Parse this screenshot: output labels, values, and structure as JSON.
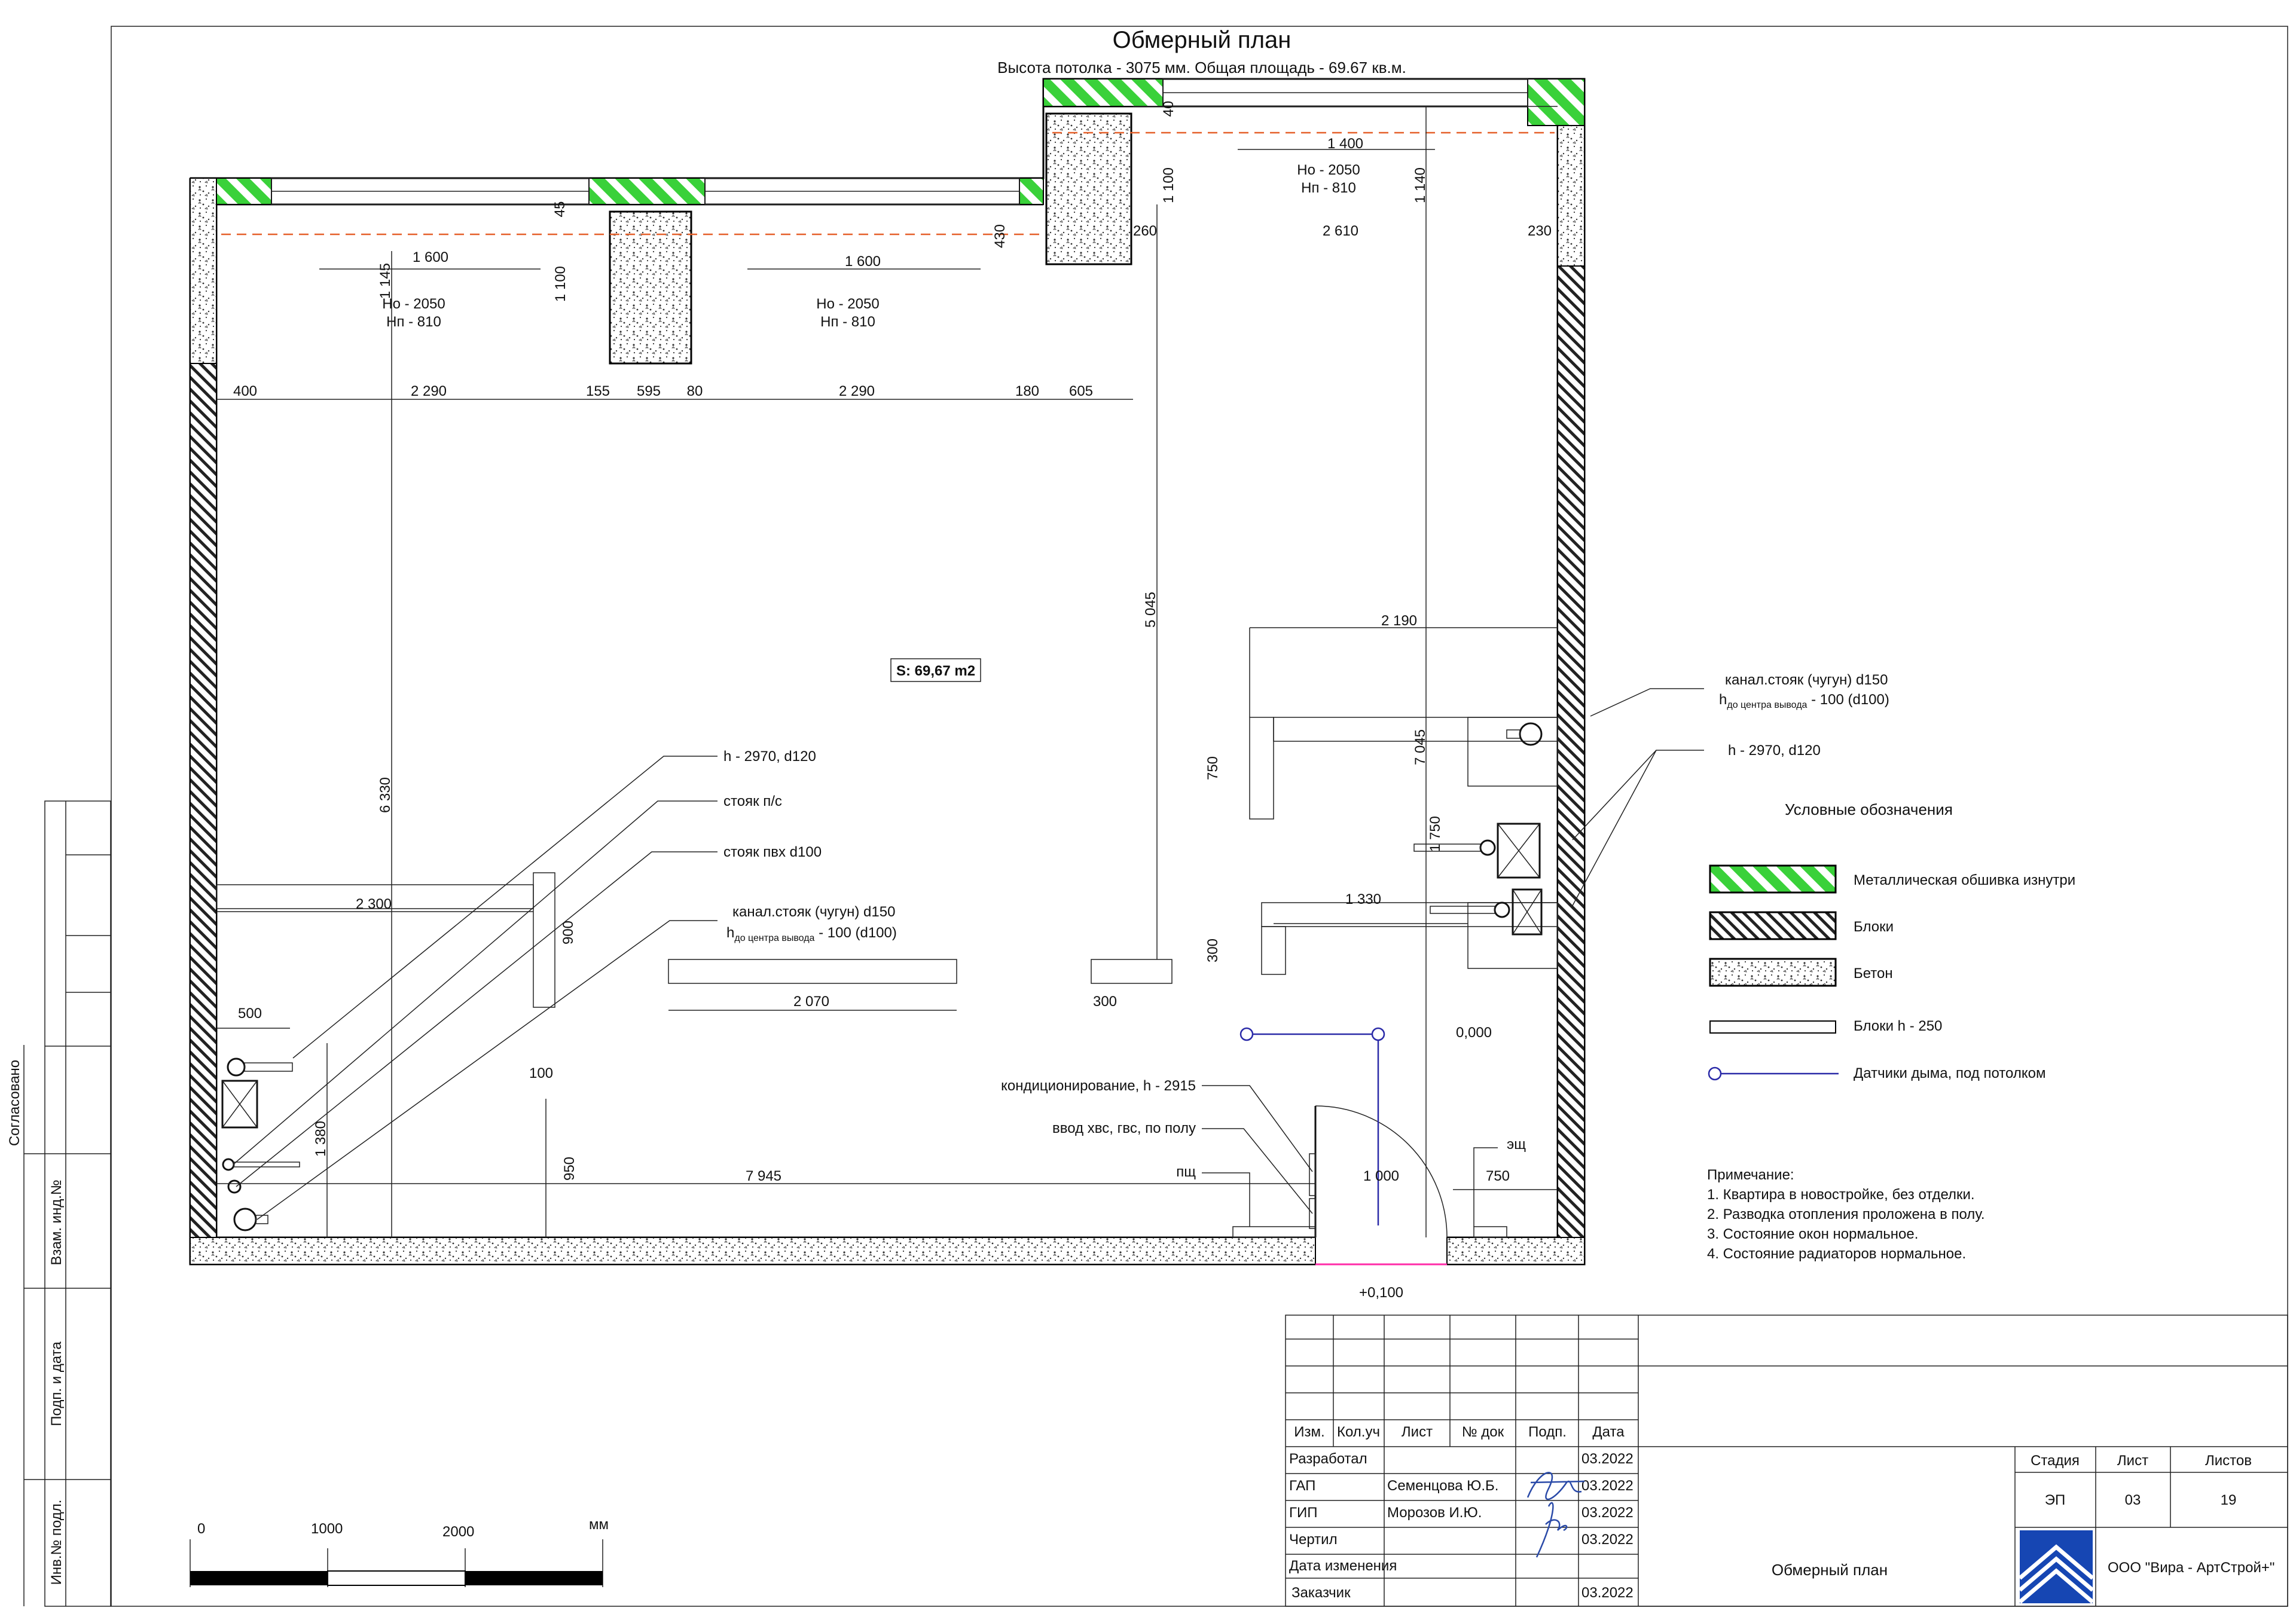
{
  "colors": {
    "metal": "#3ad13a",
    "sensor": "#2a2aa8",
    "axis_dash": "#e5602a",
    "door": "#ff2ca8"
  },
  "header": {
    "title": "Обмерный план",
    "subtitle": "Высота потолка - 3075 мм. Общая площадь - 69.67 кв.м."
  },
  "plan": {
    "area_label": "S: 69,67 m2",
    "level_inside": "0,000",
    "level_outside": "+0,100",
    "windows": [
      {
        "ho": "Но - 2050",
        "hp": "Нп - 810"
      },
      {
        "ho": "Но - 2050",
        "hp": "Нп - 810"
      },
      {
        "ho": "Но - 2050",
        "hp": "Нп - 810"
      }
    ],
    "dims": {
      "d1600a": "1 600",
      "d1600b": "1 600",
      "d1400": "1 400",
      "d1145": "1 145",
      "d1100a": "1 100",
      "d1100b": "1 100",
      "d1140": "1 140",
      "d45": "45",
      "d430": "430",
      "d40": "40",
      "d260": "260",
      "d2610": "2 610",
      "d230": "230",
      "d400": "400",
      "d2290a": "2 290",
      "d155": "155",
      "d595": "595",
      "d80": "80",
      "d2290b": "2 290",
      "d180": "180",
      "d605": "605",
      "d5045": "5 045",
      "d6330": "6 330",
      "d2190": "2 190",
      "d7045": "7 045",
      "d750a": "750",
      "d1750": "1 750",
      "d1330": "1 330",
      "d300a": "300",
      "d2300": "2 300",
      "d900": "900",
      "d2070": "2 070",
      "d300b": "300",
      "d500": "500",
      "d100": "100",
      "d1380": "1 380",
      "d950": "950",
      "d7945": "7 945",
      "d1000": "1 000",
      "d750b": "750"
    },
    "callouts": {
      "riser_h2970_left": "h - 2970, d120",
      "riser_ps": "стояк п/с",
      "riser_pvc": "стояк пвх d100",
      "sewer_left_main": "канал.стояк (чугун) d150",
      "sewer_left_sub_h": "h",
      "sewer_left_sub_small": "до центра вывода",
      "sewer_left_sub_rest": " - 100 (d100)",
      "sewer_right_main": "канал.стояк (чугун) d150",
      "sewer_right_sub_h": "h",
      "sewer_right_sub_small": "до центра вывода",
      "sewer_right_sub_rest": " - 100 (d100)",
      "riser_h2970_right": "h - 2970, d120",
      "ac": "кондиционирование, h - 2915",
      "water": "ввод хвс, гвс, по полу",
      "psch": "пщ",
      "esch": "эщ"
    }
  },
  "legend": {
    "title": "Условные обозначения",
    "items": [
      {
        "label": "Металлическая обшивка изнутри",
        "icon": "metal-hatch-swatch"
      },
      {
        "label": "Блоки",
        "icon": "block-hatch-swatch"
      },
      {
        "label": "Бетон",
        "icon": "concrete-dots-swatch"
      },
      {
        "label": "Блоки h - 250",
        "icon": "empty-block-swatch"
      },
      {
        "label": "Датчики дыма, под потолком",
        "icon": "smoke-sensor-icon"
      }
    ]
  },
  "notes": {
    "title": "Примечание:",
    "items": [
      "1. Квартира в новостройке, без отделки.",
      "2. Разводка отопления проложена в полу.",
      "3. Состояние окон нормальное.",
      "4. Состояние радиаторов нормальное."
    ]
  },
  "scale": {
    "ticks": [
      "0",
      "1000",
      "2000"
    ],
    "unit": "мм"
  },
  "side_stamp": [
    "Согласовано",
    "Взам. инд.№",
    "Подп. и дата",
    "Инв.№ подл."
  ],
  "title_block": {
    "headers": [
      "Изм.",
      "Кол.уч",
      "Лист",
      "№ док",
      "Подп.",
      "Дата"
    ],
    "rows": [
      {
        "role": "Разработал",
        "name": "",
        "date": "03.2022"
      },
      {
        "role": "ГАП",
        "name": "Семенцова Ю.Б.",
        "date": "03.2022"
      },
      {
        "role": "ГИП",
        "name": "Морозов И.Ю.",
        "date": "03.2022"
      },
      {
        "role": "Чертил",
        "name": "",
        "date": "03.2022"
      },
      {
        "role": "Дата изменения",
        "name": "",
        "date": ""
      },
      {
        "role": "Заказчик",
        "name": "",
        "date": "03.2022"
      }
    ],
    "sheet_title": "Обмерный план",
    "stage_label": "Стадия",
    "sheet_label": "Лист",
    "sheets_label": "Листов",
    "stage": "ЭП",
    "sheet": "03",
    "sheets": "19",
    "company": "ООО \"Вира - АртСтрой+\""
  }
}
